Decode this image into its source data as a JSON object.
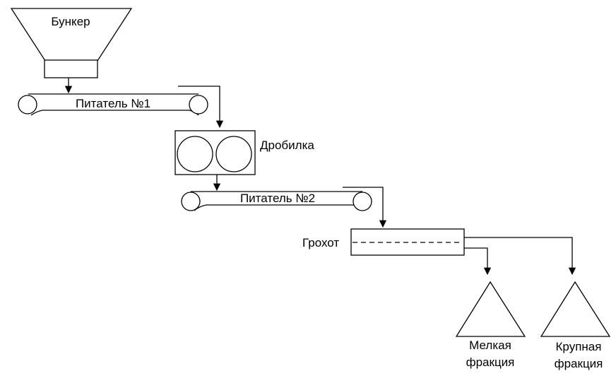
{
  "diagram": {
    "bunker": {
      "label": "Бункер"
    },
    "feeder1": {
      "label": "Питатель №1"
    },
    "crusher": {
      "label": "Дробилка"
    },
    "feeder2": {
      "label": "Питатель №2"
    },
    "screen": {
      "label": "Грохот"
    },
    "fine": {
      "label_line1": "Мелкая",
      "label_line2": "фракция"
    },
    "coarse": {
      "label_line1": "Крупная",
      "label_line2": "фракция"
    }
  }
}
